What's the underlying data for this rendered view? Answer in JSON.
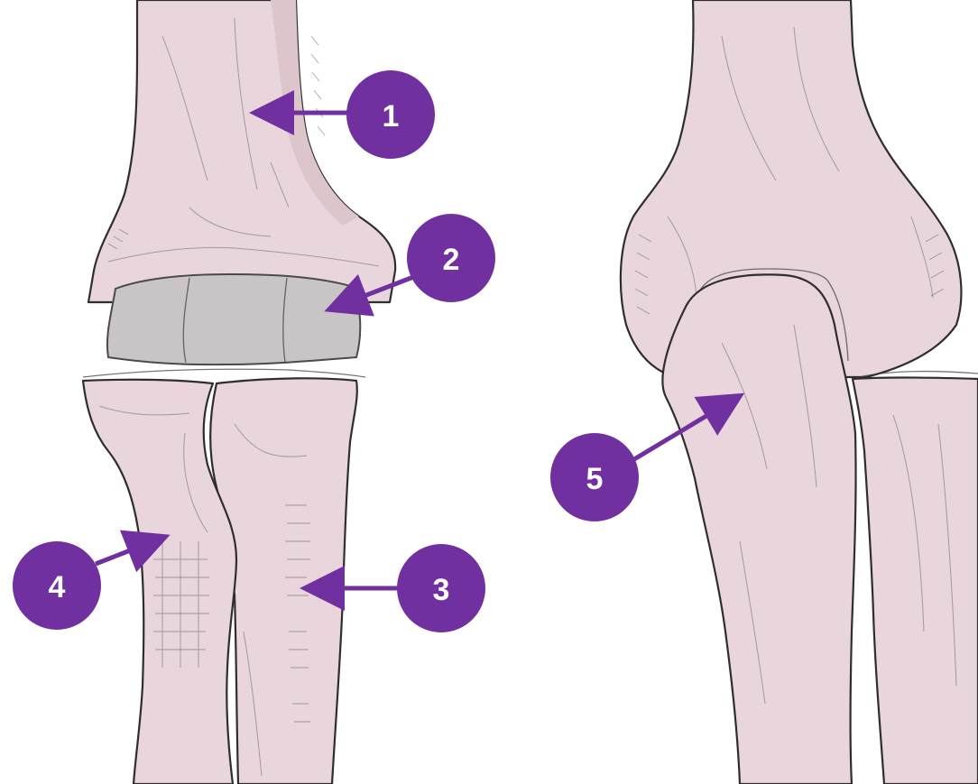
{
  "colors": {
    "callout_fill": "#7030a0",
    "callout_text": "#ffffff",
    "bone_fill": "#e9d6dc",
    "cartilage_fill": "#c9c4c6",
    "pencil": "#2e2e2e"
  },
  "callouts": [
    {
      "label": "1"
    },
    {
      "label": "2"
    },
    {
      "label": "3"
    },
    {
      "label": "4"
    },
    {
      "label": "5"
    }
  ]
}
